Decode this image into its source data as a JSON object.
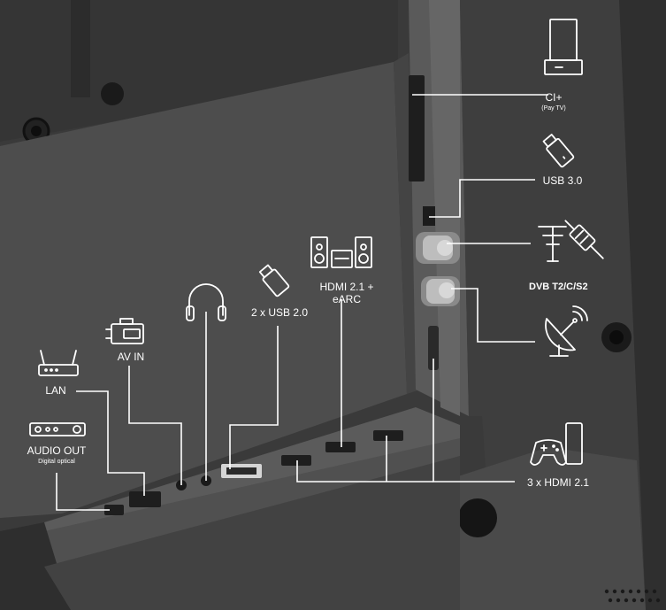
{
  "labels": {
    "ci": "CI+",
    "ci_sub": "(Pay TV)",
    "usb3": "USB 3.0",
    "dvb": "DVB T2/C/S2",
    "hdmi_earc_line1": "HDMI 2.1 +",
    "hdmi_earc_line2": "eARC",
    "usb2": "2 x USB 2.0",
    "av_in": "AV IN",
    "lan": "LAN",
    "audio_out": "AUDIO OUT",
    "audio_out_sub": "Digital optical",
    "hdmi3": "3 x HDMI 2.1"
  },
  "colors": {
    "background": "#3b3b3b",
    "panel": "#4a4a4a",
    "line": "#ffffff",
    "icon": "#ffffff"
  }
}
